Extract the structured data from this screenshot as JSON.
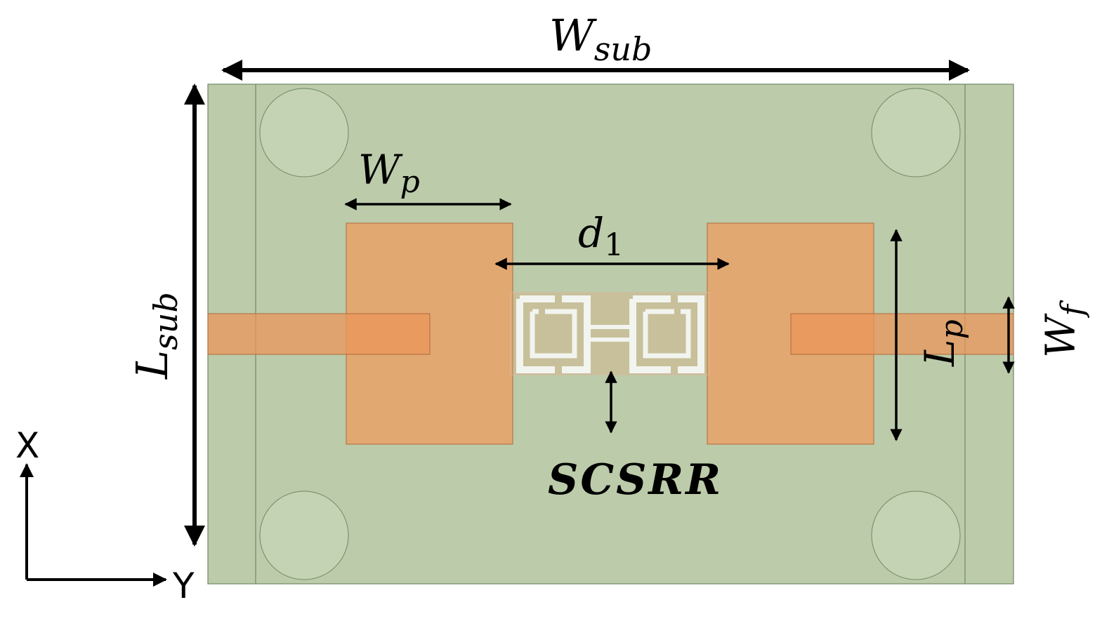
{
  "labels": {
    "w_sub": "W",
    "w_sub_sub": "sub",
    "l_sub": "L",
    "l_sub_sub": "sub",
    "w_p": "W",
    "w_p_sub": "p",
    "d_1": "d",
    "d_1_sub": "1",
    "l_p": "L",
    "l_p_sub": "p",
    "w_f": "W",
    "w_f_sub": "f",
    "scsrr": "SCSRR"
  },
  "axes": {
    "x_label": "X",
    "y_label": "Y"
  },
  "colors": {
    "substrate": "#bccbaa",
    "substrate_edge": "#6f8a63",
    "via": "#c3d3b3",
    "patch": "#e5a56e",
    "patch_edge": "#b06a3a",
    "feed": "#e9955a",
    "slot": "#f2f4ef",
    "arrow": "#000000"
  }
}
